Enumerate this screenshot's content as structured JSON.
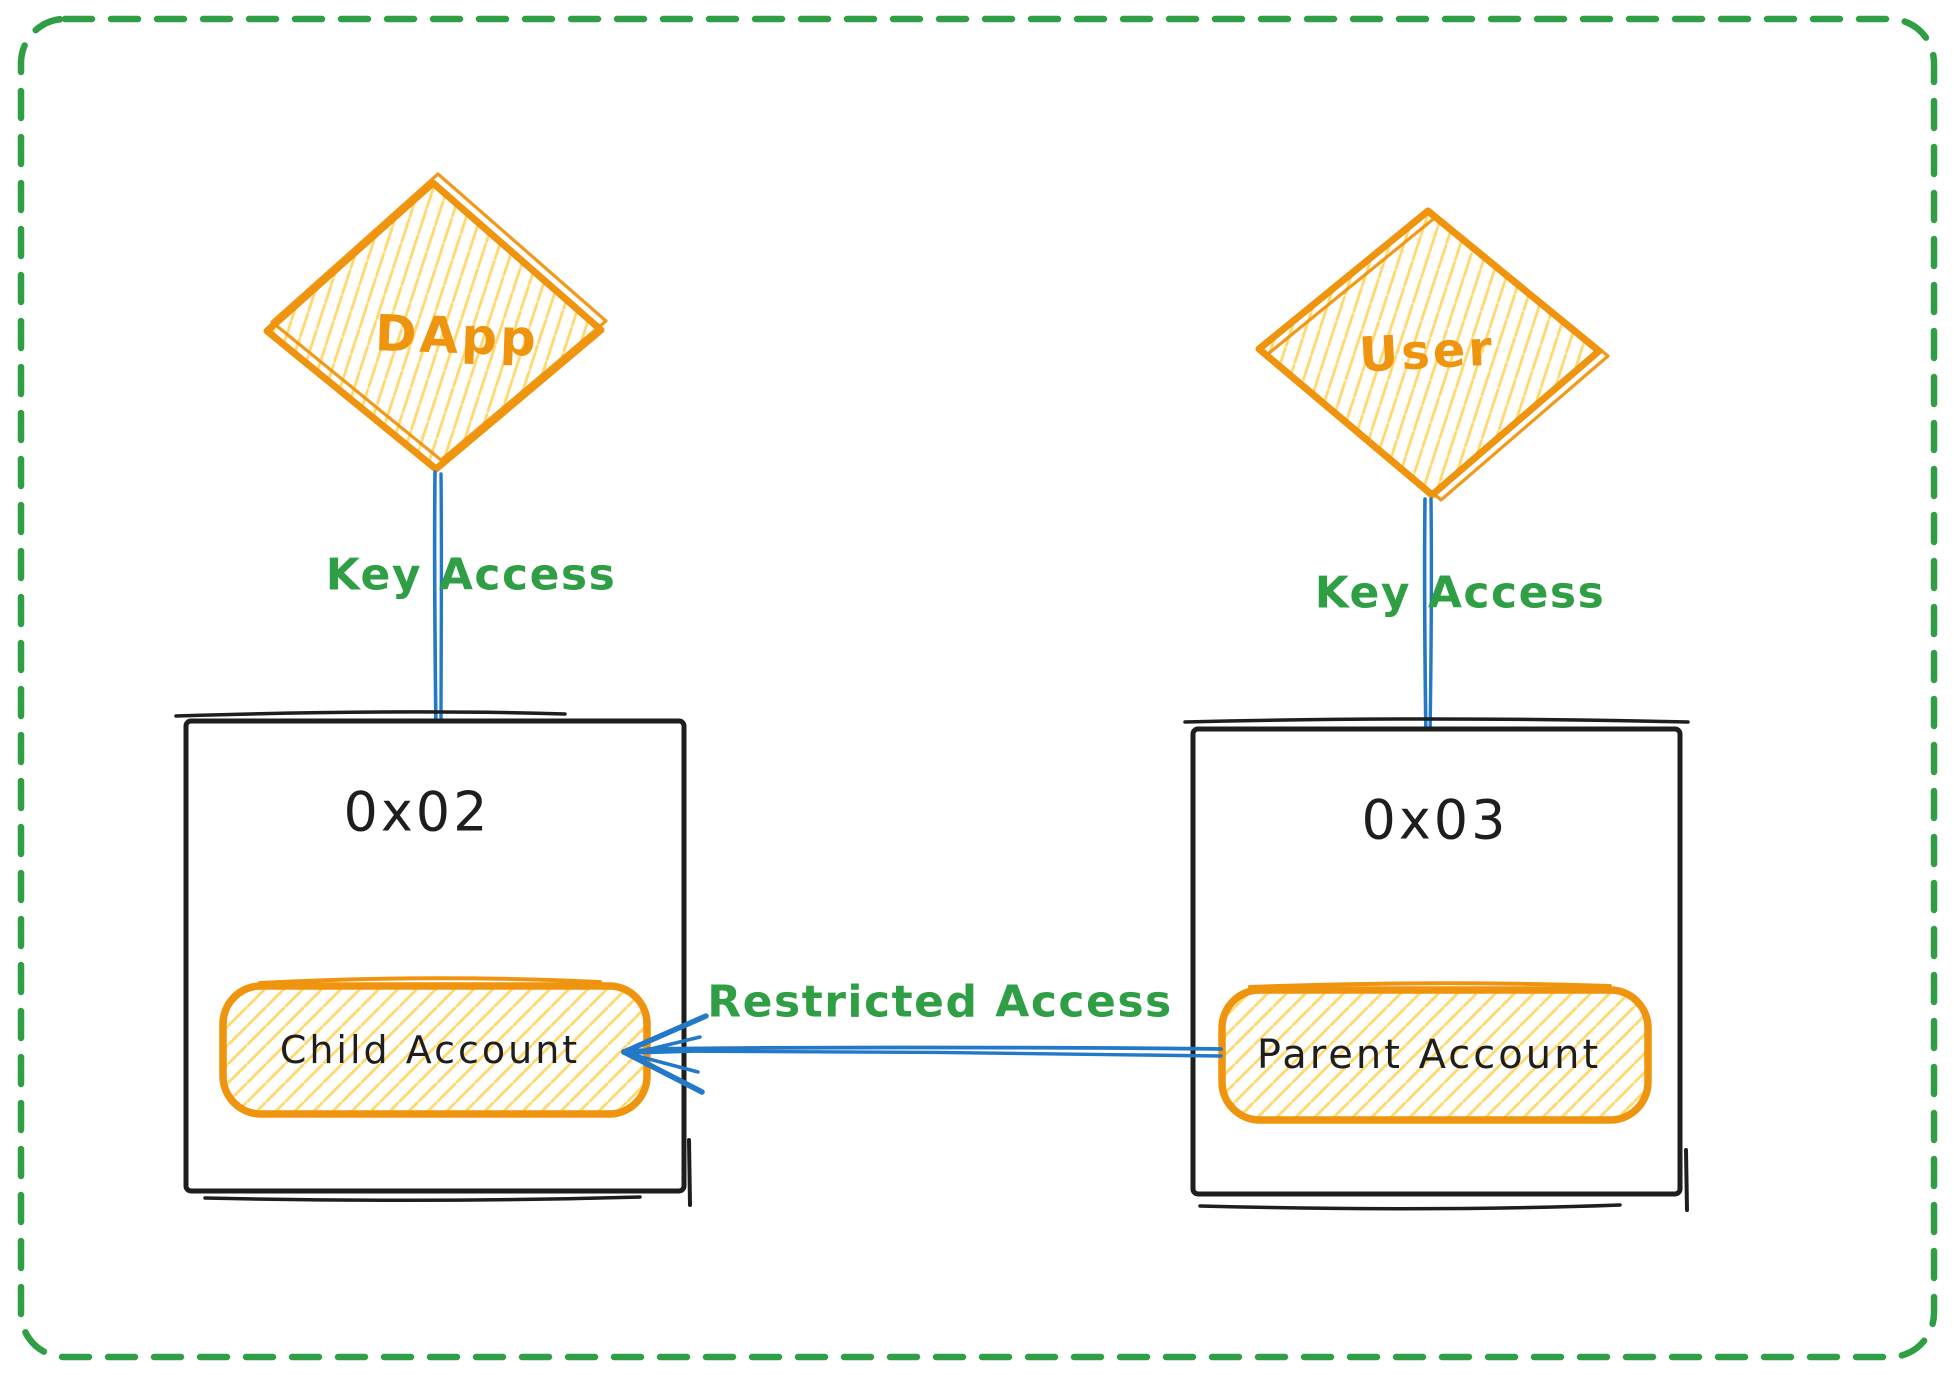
{
  "diagram": {
    "dapp": {
      "label": "DApp"
    },
    "user": {
      "label": "User"
    },
    "left_box": {
      "title": "0x02",
      "account": "Child Account"
    },
    "right_box": {
      "title": "0x03",
      "account": "Parent Account"
    },
    "edges": {
      "dapp_to_child": "Key Access",
      "user_to_parent": "Key Access",
      "parent_to_child": "Restricted Access"
    },
    "colors": {
      "accent_orange": "#ef940e",
      "hatch_yellow": "#ffd45e",
      "hatch_yellow_light": "#ffeeb5",
      "connector_blue": "#2478c8",
      "label_green": "#2f9e44",
      "border_green": "#2f9e44",
      "outline_black": "#1e1e1e"
    }
  }
}
